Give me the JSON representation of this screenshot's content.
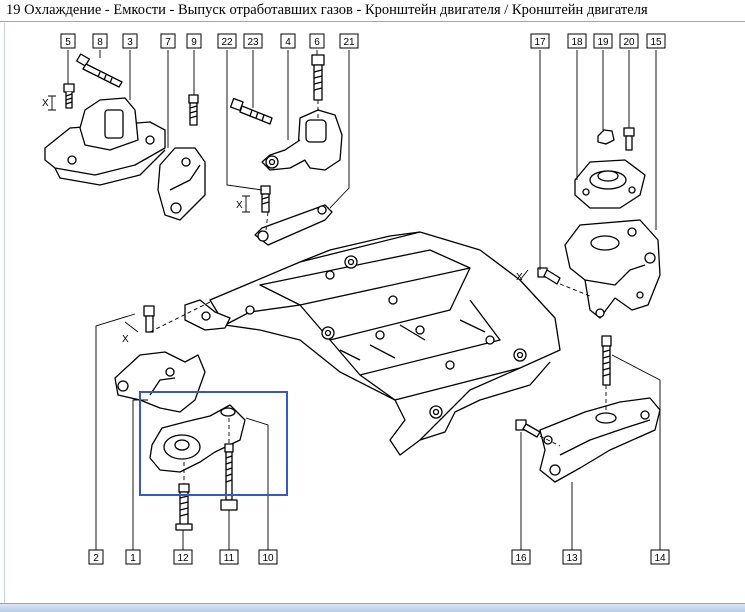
{
  "window": {
    "title": "19 Охлаждение - Емкости - Выпуск отработавших газов - Кронштейн двигателя / Кронштейн двигателя"
  },
  "diagram": {
    "callouts_top": [
      "5",
      "8",
      "3",
      "7",
      "9",
      "22",
      "23",
      "4",
      "6",
      "21",
      "17",
      "18",
      "19",
      "20",
      "15"
    ],
    "callouts_bottom": [
      "2",
      "1",
      "12",
      "11",
      "10",
      "16",
      "13",
      "14"
    ],
    "dimension_marks": [
      "X",
      "X",
      "X",
      "X"
    ]
  },
  "colors": {
    "selection_border": "#3b58c2",
    "line": "#000000"
  }
}
